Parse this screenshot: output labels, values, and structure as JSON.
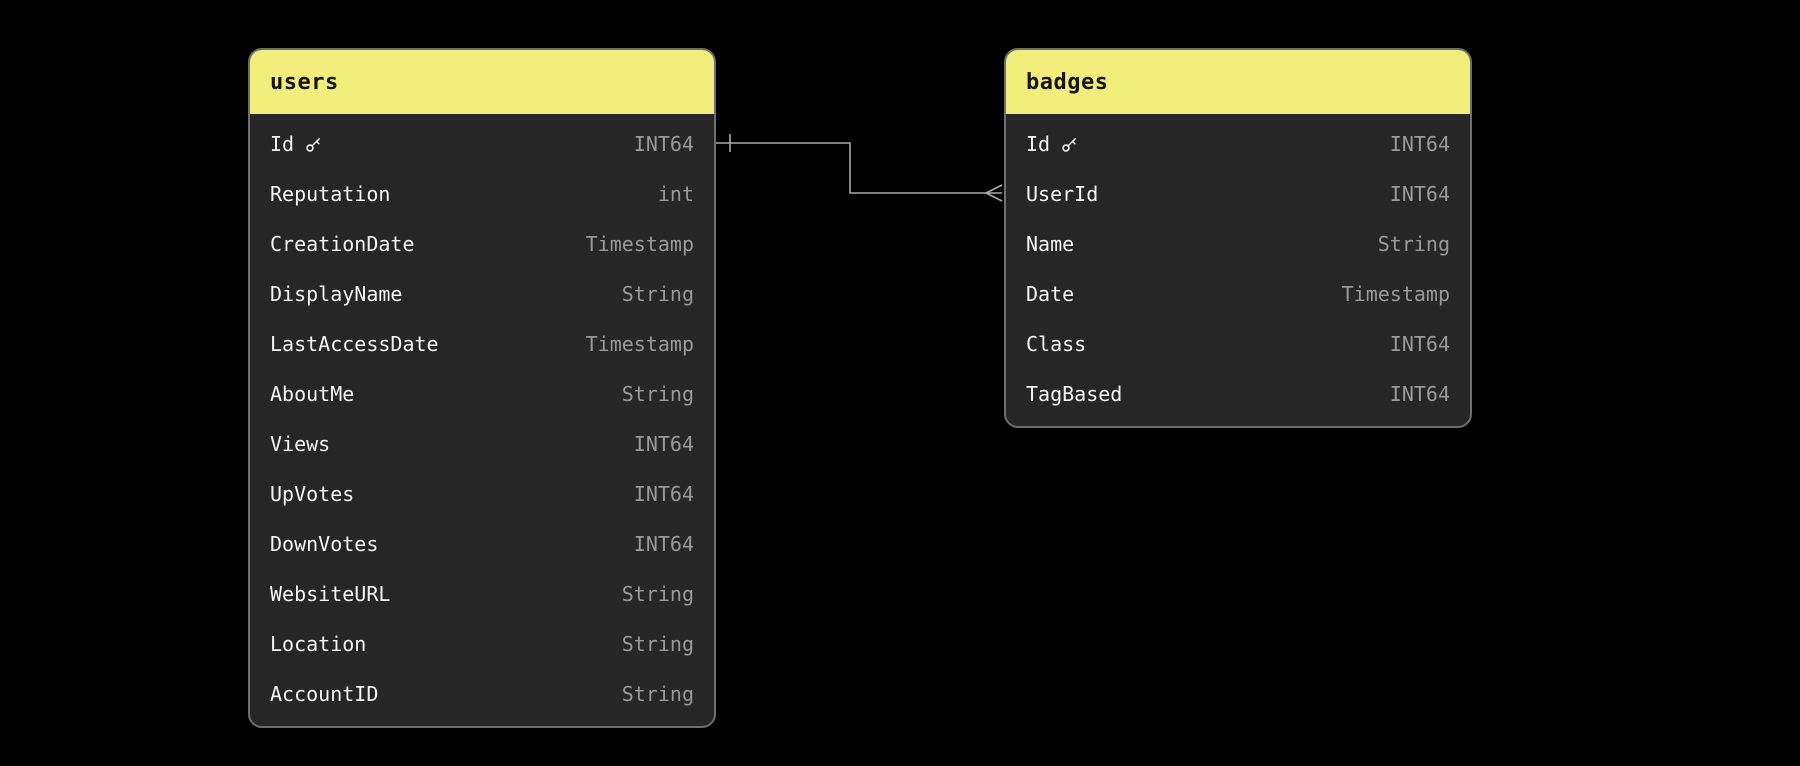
{
  "canvas": {
    "background": "#000000"
  },
  "colors": {
    "table_body": "#262626",
    "table_border": "#6e6e6e",
    "header_background": "#f2ee7c",
    "header_text": "#161616",
    "field_name_text": "#f5f5f5",
    "field_type_text": "#9a9a9a",
    "relationship_line": "#aaaaaa"
  },
  "icons": {
    "primary_key": "key-icon"
  },
  "tables": {
    "users": {
      "title": "users",
      "fields": [
        {
          "name": "Id",
          "type": "INT64",
          "key": true
        },
        {
          "name": "Reputation",
          "type": "int"
        },
        {
          "name": "CreationDate",
          "type": "Timestamp"
        },
        {
          "name": "DisplayName",
          "type": "String"
        },
        {
          "name": "LastAccessDate",
          "type": "Timestamp"
        },
        {
          "name": "AboutMe",
          "type": "String"
        },
        {
          "name": "Views",
          "type": "INT64"
        },
        {
          "name": "UpVotes",
          "type": "INT64"
        },
        {
          "name": "DownVotes",
          "type": "INT64"
        },
        {
          "name": "WebsiteURL",
          "type": "String"
        },
        {
          "name": "Location",
          "type": "String"
        },
        {
          "name": "AccountID",
          "type": "String"
        }
      ]
    },
    "badges": {
      "title": "badges",
      "fields": [
        {
          "name": "Id",
          "type": "INT64",
          "key": true
        },
        {
          "name": "UserId",
          "type": "INT64"
        },
        {
          "name": "Name",
          "type": "String"
        },
        {
          "name": "Date",
          "type": "Timestamp"
        },
        {
          "name": "Class",
          "type": "INT64"
        },
        {
          "name": "TagBased",
          "type": "INT64"
        }
      ]
    }
  },
  "relationships": [
    {
      "from": "users.Id",
      "to": "badges.UserId",
      "cardinality": "one-to-many"
    }
  ]
}
